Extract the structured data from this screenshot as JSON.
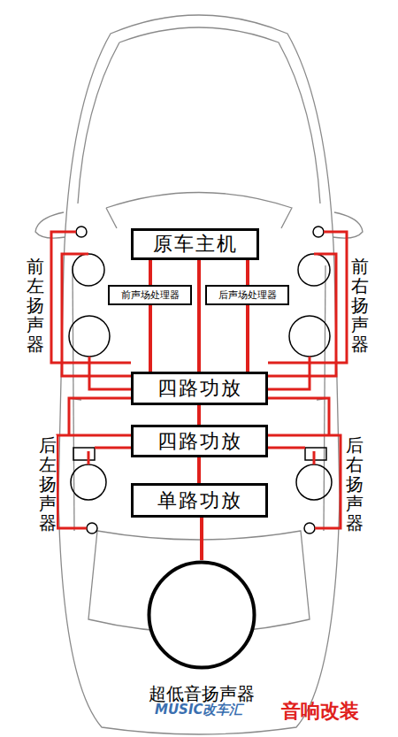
{
  "diagram": {
    "nodes": [
      {
        "text": [
          "原车主机"
        ]
      },
      {
        "text": [
          "前声场处理器"
        ]
      },
      {
        "text": [
          "后声场处理器"
        ]
      },
      {
        "text": [
          "四路功放"
        ]
      },
      {
        "text": [
          "四路功放"
        ]
      },
      {
        "text": [
          "单路功放"
        ]
      },
      {
        "text": [
          "超低音扬声器"
        ]
      }
    ],
    "edges": [
      {
        "from": 0,
        "to": 1,
        "arrow": "none"
      },
      {
        "from": 0,
        "to": 2,
        "arrow": "none"
      },
      {
        "from": 0,
        "to": 3,
        "arrow": "none"
      },
      {
        "from": 1,
        "to": 3,
        "arrow": "none"
      },
      {
        "from": 2,
        "to": 3,
        "arrow": "none"
      },
      {
        "from": 3,
        "to": 4,
        "arrow": "none"
      },
      {
        "from": 4,
        "to": 5,
        "arrow": "none"
      },
      {
        "from": 5,
        "to": 6,
        "arrow": "none"
      }
    ],
    "labels": [
      "前左扬声器",
      "前右扬声器",
      "后左扬声器",
      "后右扬声器",
      "MUSIC改车汇",
      "音响改装"
    ]
  }
}
